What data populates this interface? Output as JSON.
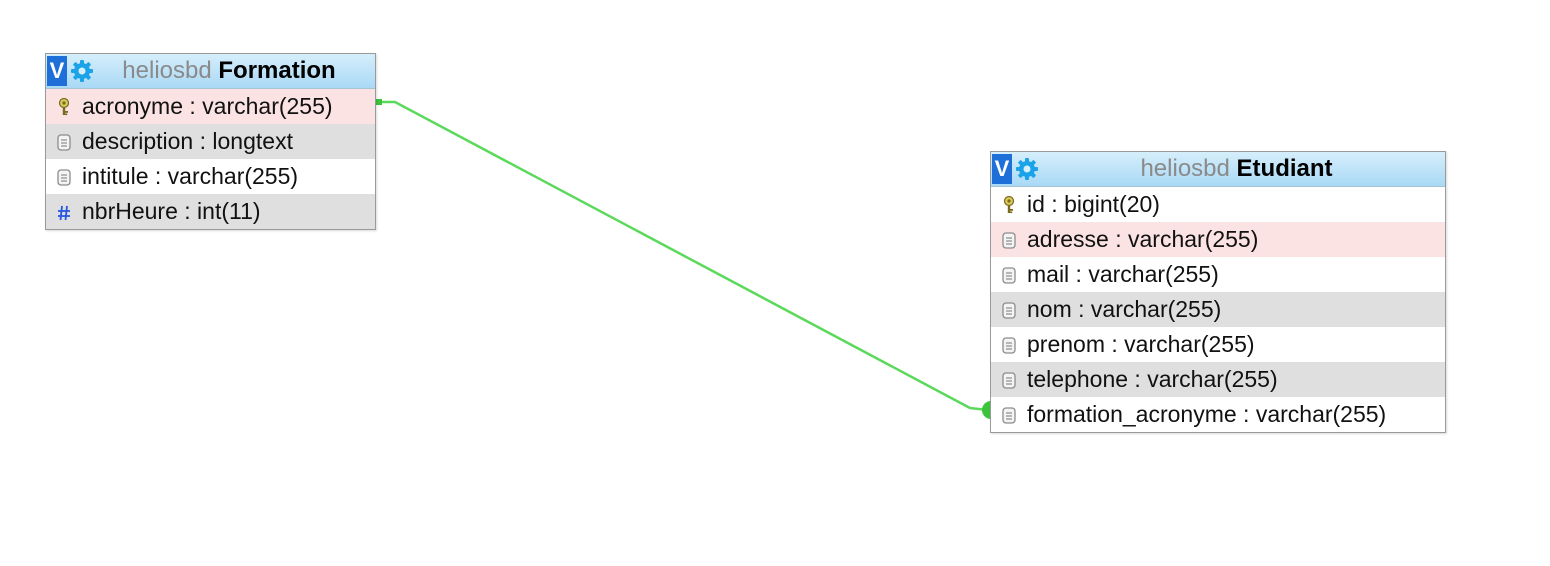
{
  "relation_color": "#5bd95b",
  "tables": [
    {
      "id": "formation",
      "database": "heliosbd",
      "name": "Formation",
      "columns": [
        {
          "text": "acronyme : varchar(255)",
          "icon": "primary-key-icon",
          "shade": "pink"
        },
        {
          "text": "description : longtext",
          "icon": "text-column-icon",
          "shade": "grey"
        },
        {
          "text": "intitule : varchar(255)",
          "icon": "text-column-icon",
          "shade": "white"
        },
        {
          "text": "nbrHeure : int(11)",
          "icon": "numeric-column-icon",
          "shade": "grey"
        }
      ]
    },
    {
      "id": "etudiant",
      "database": "heliosbd",
      "name": "Etudiant",
      "columns": [
        {
          "text": "id : bigint(20)",
          "icon": "primary-key-icon",
          "shade": "white"
        },
        {
          "text": "adresse : varchar(255)",
          "icon": "text-column-icon",
          "shade": "pink"
        },
        {
          "text": "mail : varchar(255)",
          "icon": "text-column-icon",
          "shade": "white"
        },
        {
          "text": "nom : varchar(255)",
          "icon": "text-column-icon",
          "shade": "grey"
        },
        {
          "text": "prenom : varchar(255)",
          "icon": "text-column-icon",
          "shade": "white"
        },
        {
          "text": "telephone : varchar(255)",
          "icon": "text-column-icon",
          "shade": "grey"
        },
        {
          "text": "formation_acronyme : varchar(255)",
          "icon": "text-column-icon",
          "shade": "white"
        }
      ]
    }
  ]
}
